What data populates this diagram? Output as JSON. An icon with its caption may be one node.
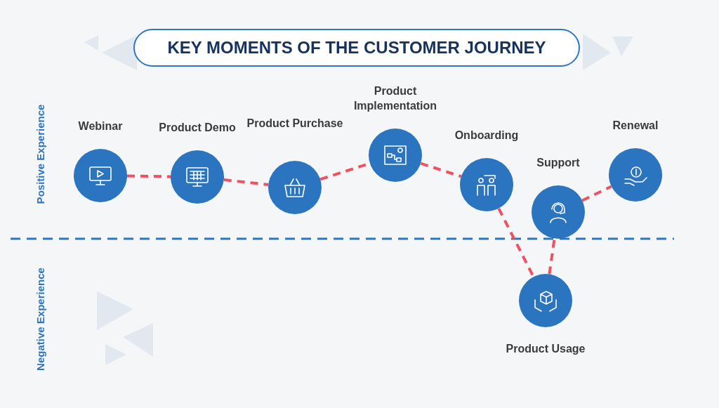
{
  "diagram": {
    "title": "KEY MOMENTS OF THE CUSTOMER JOURNEY",
    "nodes": [
      {
        "text": [
          "Webinar"
        ]
      },
      {
        "text": [
          "Product Demo"
        ]
      },
      {
        "text": [
          "Product Purchase"
        ]
      },
      {
        "text": [
          "Product Implementation"
        ]
      },
      {
        "text": [
          "Onboarding"
        ]
      },
      {
        "text": [
          "Product Usage"
        ]
      },
      {
        "text": [
          "Support"
        ]
      },
      {
        "text": [
          "Renewal"
        ]
      }
    ],
    "edges": [
      {
        "from": 0,
        "to": 1,
        "arrow": "none",
        "style": "dashed"
      },
      {
        "from": 1,
        "to": 2,
        "arrow": "none",
        "style": "dashed"
      },
      {
        "from": 2,
        "to": 3,
        "arrow": "none",
        "style": "dashed"
      },
      {
        "from": 3,
        "to": 4,
        "arrow": "none",
        "style": "dashed"
      },
      {
        "from": 4,
        "to": 5,
        "arrow": "none",
        "style": "dashed"
      },
      {
        "from": 5,
        "to": 6,
        "arrow": "none",
        "style": "dashed"
      },
      {
        "from": 6,
        "to": 7,
        "arrow": "none",
        "style": "dashed"
      }
    ],
    "labels": [
      "Positive Experience",
      "Negative Experience"
    ]
  }
}
